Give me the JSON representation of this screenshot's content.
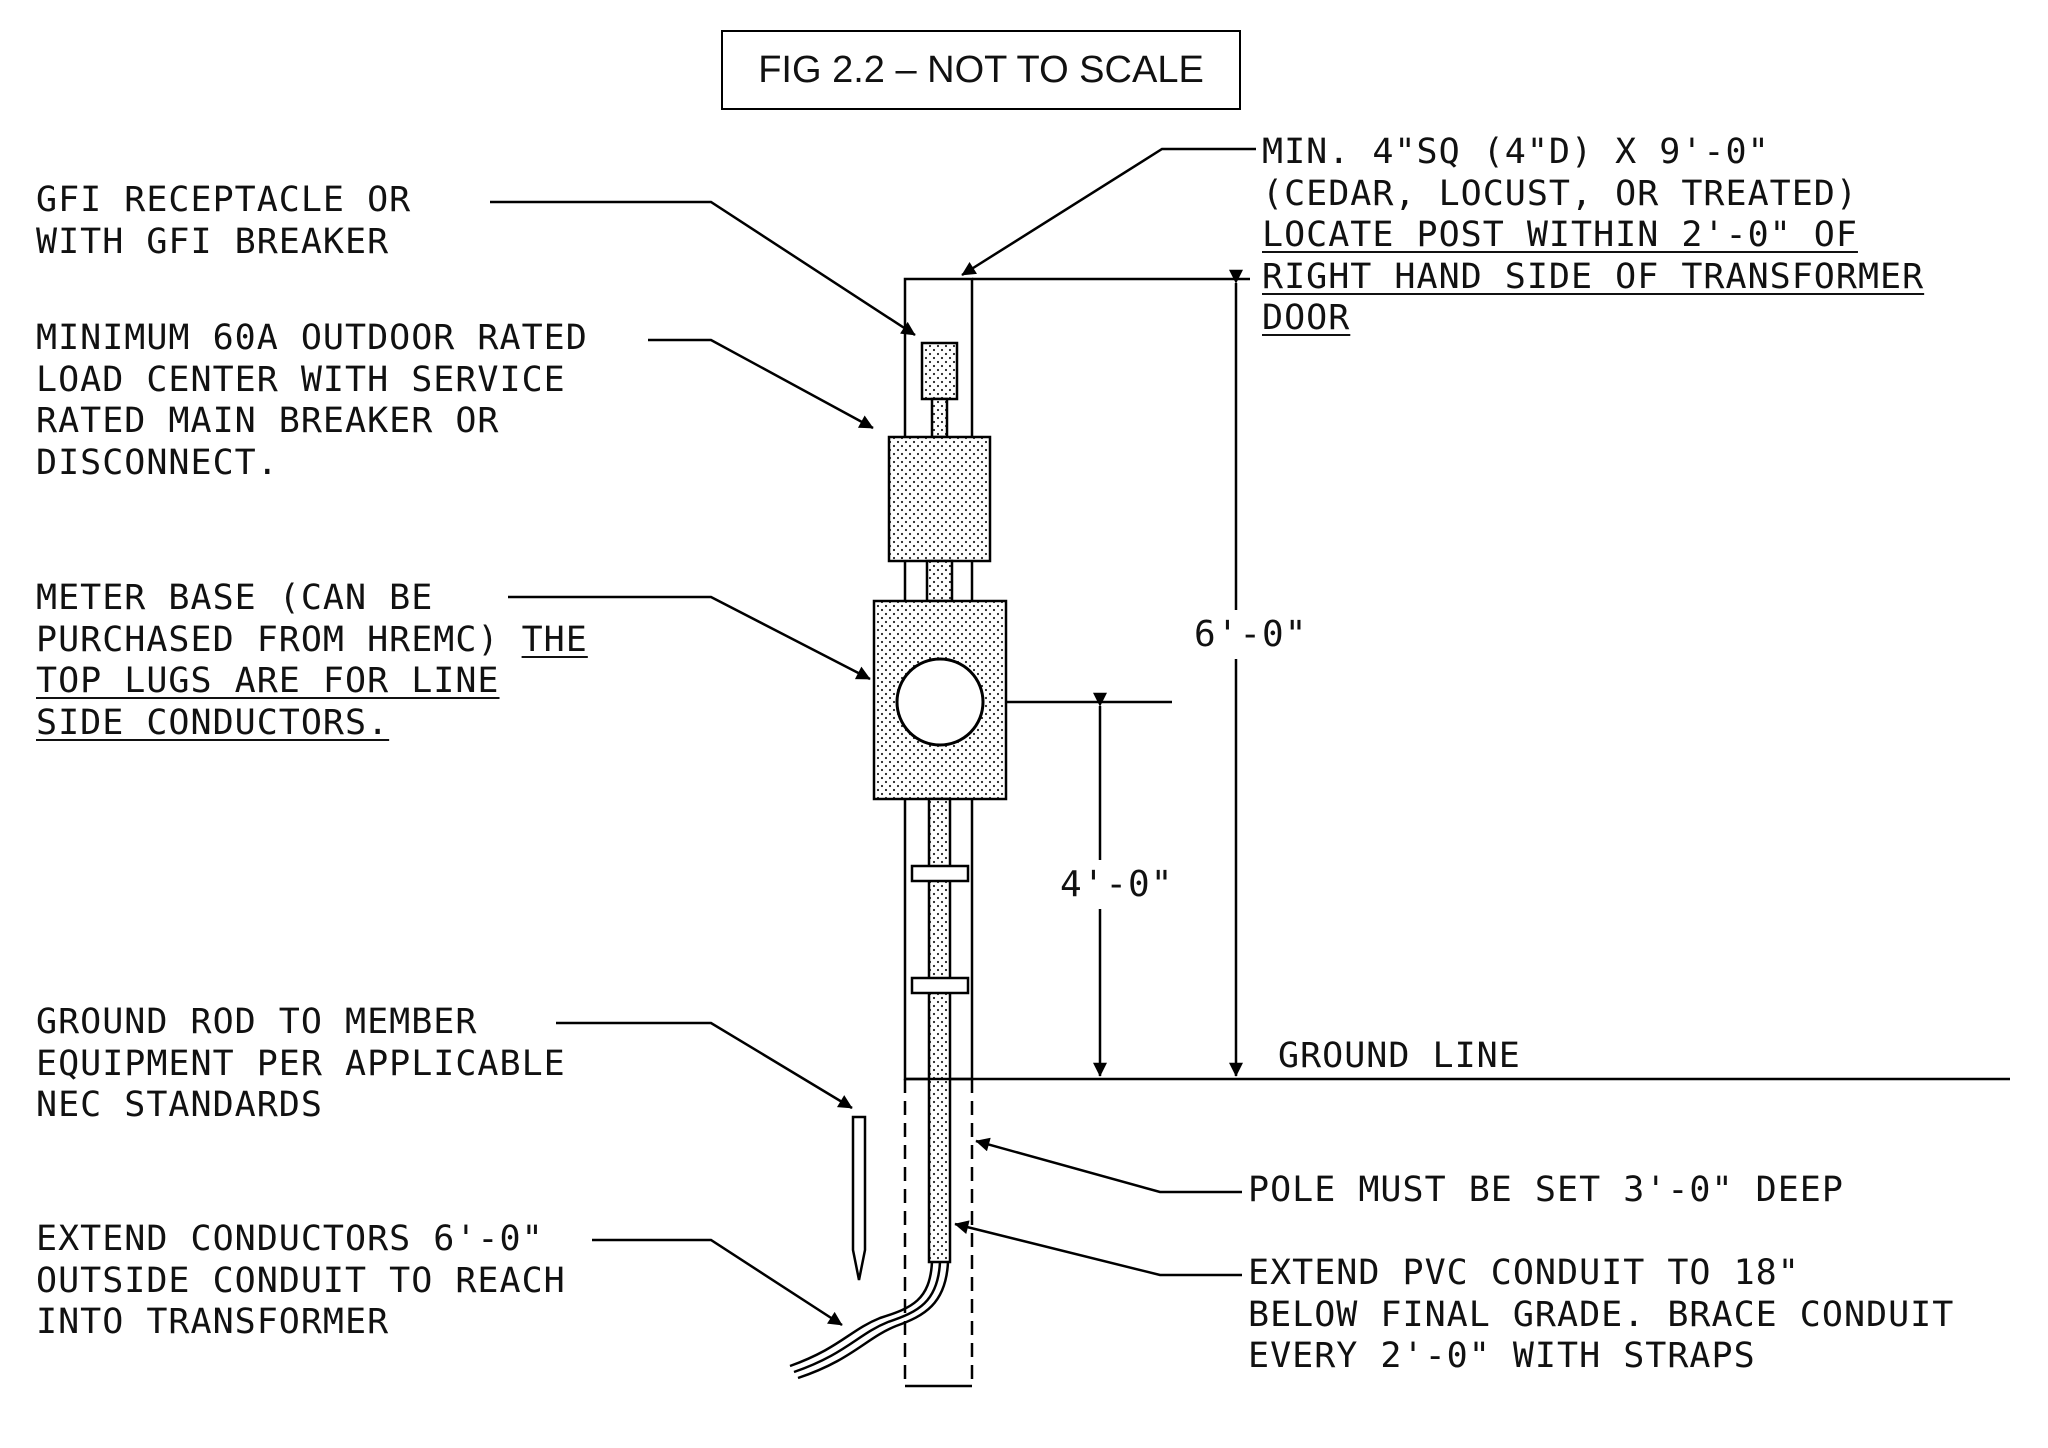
{
  "title": "FIG 2.2 – NOT TO SCALE",
  "labels": {
    "gfi": [
      "GFI RECEPTACLE OR",
      "WITH GFI BREAKER"
    ],
    "load_center": [
      "MINIMUM 60A OUTDOOR RATED",
      "LOAD CENTER WITH SERVICE",
      "RATED MAIN BREAKER OR",
      "DISCONNECT."
    ],
    "meter_base": {
      "line1": "METER BASE (CAN BE",
      "line2_plain": "PURCHASED FROM HREMC) ",
      "line2_underlined": "THE",
      "line3": "TOP LUGS ARE FOR LINE",
      "line4": "SIDE CONDUCTORS."
    },
    "post": {
      "line1": "MIN. 4\"SQ (4\"D) X 9'-0\"",
      "line2": "(CEDAR, LOCUST, OR TREATED)",
      "line3": "LOCATE POST WITHIN 2'-0\" OF",
      "line4": "RIGHT HAND SIDE OF TRANSFORMER",
      "line5": "DOOR"
    },
    "ground_rod": [
      "GROUND ROD TO MEMBER",
      "EQUIPMENT PER APPLICABLE",
      "NEC STANDARDS"
    ],
    "extend_conductors": [
      "EXTEND CONDUCTORS 6'-0\"",
      "OUTSIDE CONDUIT TO REACH",
      "INTO TRANSFORMER"
    ],
    "ground_line": "GROUND LINE",
    "pole_depth": "POLE MUST BE SET 3'-0\" DEEP",
    "pvc_conduit": [
      "EXTEND PVC CONDUIT TO 18\"",
      "BELOW FINAL GRADE. BRACE CONDUIT",
      "EVERY 2'-0\" WITH STRAPS"
    ]
  },
  "dimensions": {
    "overall_height": "6'-0\"",
    "meter_height": "4'-0\""
  }
}
